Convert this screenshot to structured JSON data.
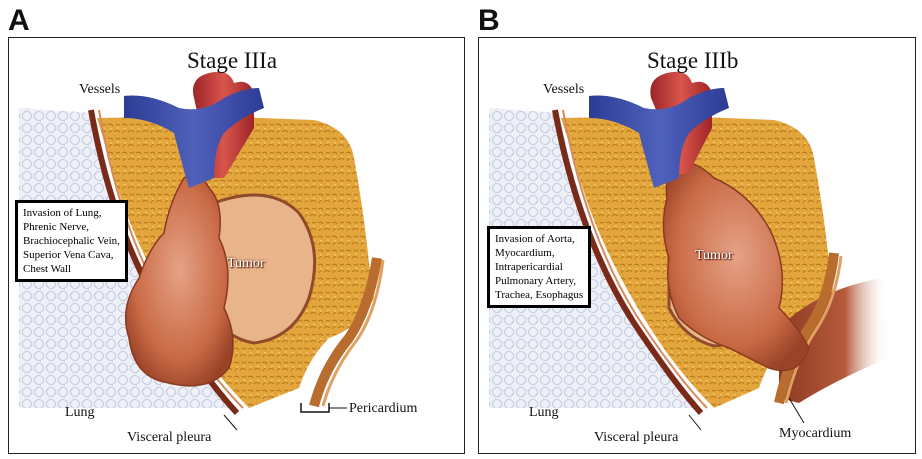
{
  "panels": [
    {
      "letter": "A",
      "title": "Stage IIIa",
      "labels": {
        "vessels": "Vessels",
        "tumor": "Tumor",
        "lung": "Lung",
        "visceral_pleura": "Visceral pleura",
        "pericardium": "Pericardium"
      },
      "invasion": [
        "Invasion of Lung,",
        "Phrenic Nerve,",
        "Brachiocephalic Vein,",
        "Superior Vena Cava,",
        "Chest Wall"
      ]
    },
    {
      "letter": "B",
      "title": "Stage IIIb",
      "labels": {
        "vessels": "Vessels",
        "tumor": "Tumor",
        "lung": "Lung",
        "visceral_pleura": "Visceral pleura",
        "myocardium": "Myocardium"
      },
      "invasion": [
        "Invasion of Aorta,",
        "Myocardium,",
        "Intrapericardial",
        "Pulmonary Artery,",
        "Trachea, Esophagus"
      ]
    }
  ],
  "colors": {
    "fat": "#e2a63c",
    "tumor": "#c9714d",
    "vein": "#3b4fa8",
    "artery": "#c0393b",
    "pleura": "#a8462c",
    "lung": "#dfe3f0"
  }
}
